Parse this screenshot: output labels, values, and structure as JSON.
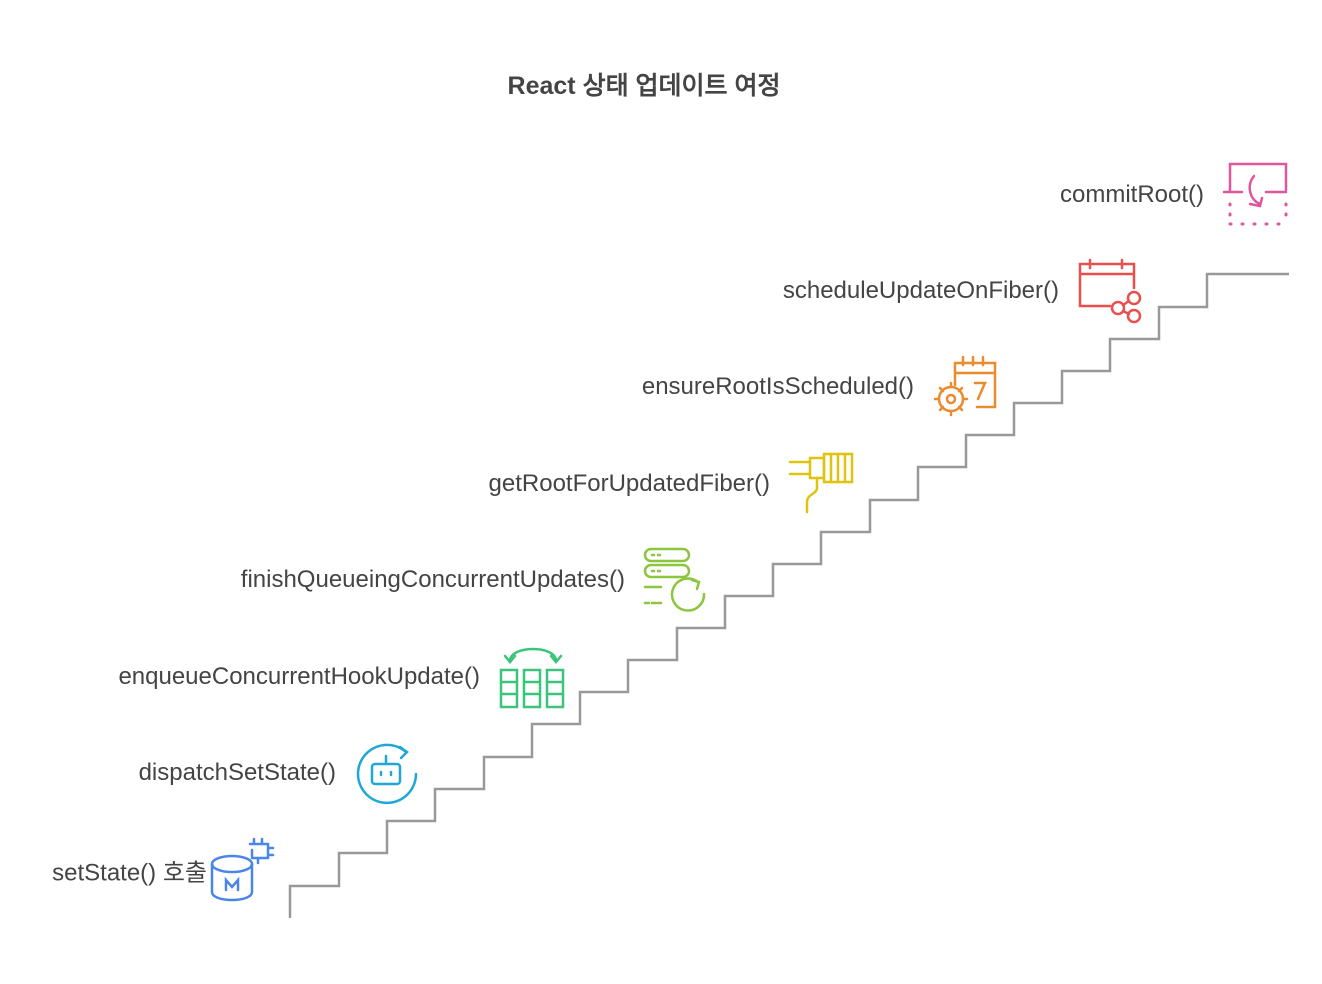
{
  "title": "React 상태 업데이트 여정",
  "steps": [
    {
      "label": "setState() 호출",
      "icon": "database-chip-icon",
      "color": "#4a86e8"
    },
    {
      "label": "dispatchSetState()",
      "icon": "robot-refresh-icon",
      "color": "#1fa8d6"
    },
    {
      "label": "enqueueConcurrentHookUpdate()",
      "icon": "columns-swap-icon",
      "color": "#3cc47c"
    },
    {
      "label": "finishQueueingConcurrentUpdates()",
      "icon": "server-refresh-icon",
      "color": "#8cc63f"
    },
    {
      "label": "getRootForUpdatedFiber()",
      "icon": "cable-plug-icon",
      "color": "#e0c30f"
    },
    {
      "label": "ensureRootIsScheduled()",
      "icon": "calendar-gear-icon",
      "color": "#ea8b2c"
    },
    {
      "label": "scheduleUpdateOnFiber()",
      "icon": "calendar-share-icon",
      "color": "#e8504f"
    },
    {
      "label": "commitRoot()",
      "icon": "commit-flip-icon",
      "color": "#e0559e"
    }
  ]
}
